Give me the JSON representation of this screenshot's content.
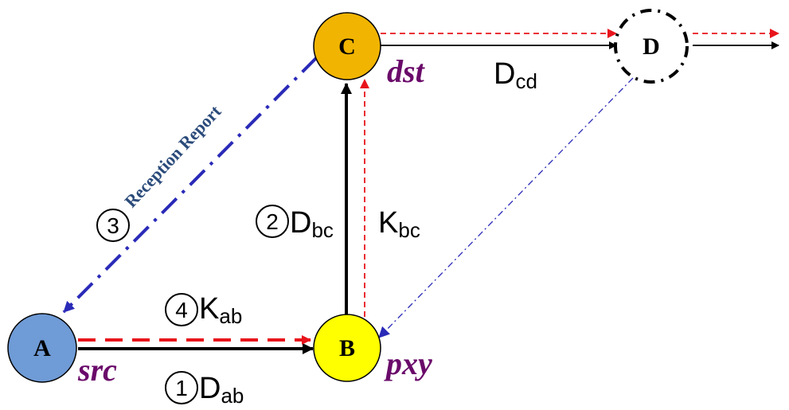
{
  "nodes": {
    "A": {
      "label": "A",
      "fill": "#6f9bd6"
    },
    "B": {
      "label": "B",
      "fill": "#ffff00"
    },
    "C": {
      "label": "C",
      "fill": "#f1b400"
    },
    "D": {
      "label": "D",
      "fill": "#ffffff"
    }
  },
  "roles": {
    "src": "src",
    "pxy": "pxy",
    "dst": "dst"
  },
  "edges": {
    "dab": {
      "step": "1",
      "main": "D",
      "sub": "ab"
    },
    "dbc": {
      "step": "2",
      "main": "D",
      "sub": "bc"
    },
    "report": {
      "step": "3",
      "text": "Reception Report"
    },
    "kab": {
      "step": "4",
      "main": "K",
      "sub": "ab"
    },
    "kbc": {
      "main": "K",
      "sub": "bc"
    },
    "dcd": {
      "main": "D",
      "sub": "cd"
    }
  },
  "colors": {
    "data": "#000000",
    "key": "#e8141b",
    "report": "#2a2ab8",
    "report_text": "#2a4a7a",
    "role": "#6a0a6a"
  }
}
